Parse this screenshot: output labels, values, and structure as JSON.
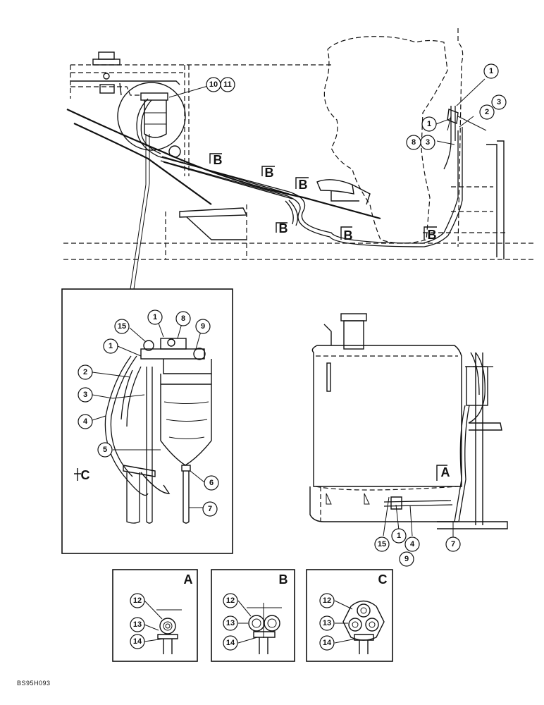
{
  "figure": {
    "code": "BS95H093",
    "callouts": {
      "main_10": "10",
      "main_11": "11",
      "main_1a": "1",
      "main_3a": "3",
      "main_2": "2",
      "main_1b": "1",
      "main_8": "8",
      "main_3b": "3",
      "det_15": "15",
      "det_1": "1",
      "det_8": "8",
      "det_9": "9",
      "det_2": "2",
      "det_3": "3",
      "det_4": "4",
      "det_5": "5",
      "det_6": "6",
      "det_7": "7",
      "tank_15": "15",
      "tank_1": "1",
      "tank_4": "4",
      "tank_9": "9",
      "tank_7": "7",
      "secA_12": "12",
      "secA_13": "13",
      "secA_14": "14",
      "secB_12": "12",
      "secB_13": "13",
      "secB_14": "14",
      "secC_12": "12",
      "secC_13": "13",
      "secC_14": "14"
    },
    "section_markers": {
      "b1": "B",
      "b2": "B",
      "b3": "B",
      "b4": "B",
      "b5": "B",
      "b6": "B",
      "c_detail": "C",
      "a_tank": "A"
    },
    "section_titles": {
      "a": "A",
      "b": "B",
      "c": "C"
    }
  }
}
